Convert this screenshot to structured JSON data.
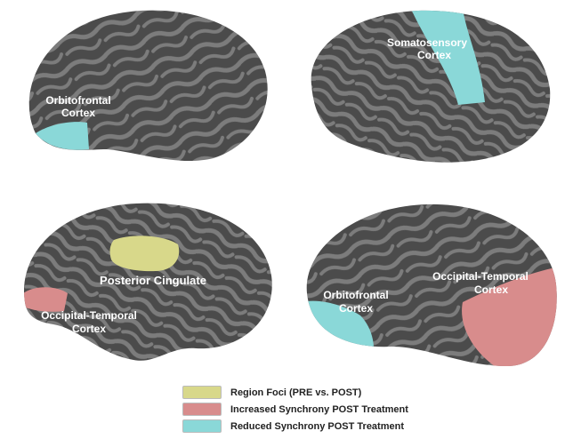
{
  "colors": {
    "brain": "#4b4b4b",
    "sulci": "#7c7c7c",
    "region_foci": "#d8d88a",
    "increased": "#d88c8c",
    "reduced": "#8ad8d8"
  },
  "panels": {
    "top_left": {
      "label_line1": "Orbitofrontal",
      "label_line2": "Cortex"
    },
    "top_right": {
      "label_line1": "Somatosensory",
      "label_line2": "Cortex"
    },
    "bottom_left": {
      "label_a": "Posterior Cingulate",
      "label_b_line1": "Occipital-Temporal",
      "label_b_line2": "Cortex"
    },
    "bottom_right": {
      "label_a_line1": "Orbitofrontal",
      "label_a_line2": "Cortex",
      "label_b_line1": "Occipital-Temporal",
      "label_b_line2": "Cortex"
    }
  },
  "legend": [
    {
      "label": "Region Foci (PRE vs. POST)",
      "color": "#d8d88a"
    },
    {
      "label": "Increased Synchrony POST Treatment",
      "color": "#d88c8c"
    },
    {
      "label": "Reduced Synchrony POST Treatment",
      "color": "#8ad8d8"
    }
  ]
}
